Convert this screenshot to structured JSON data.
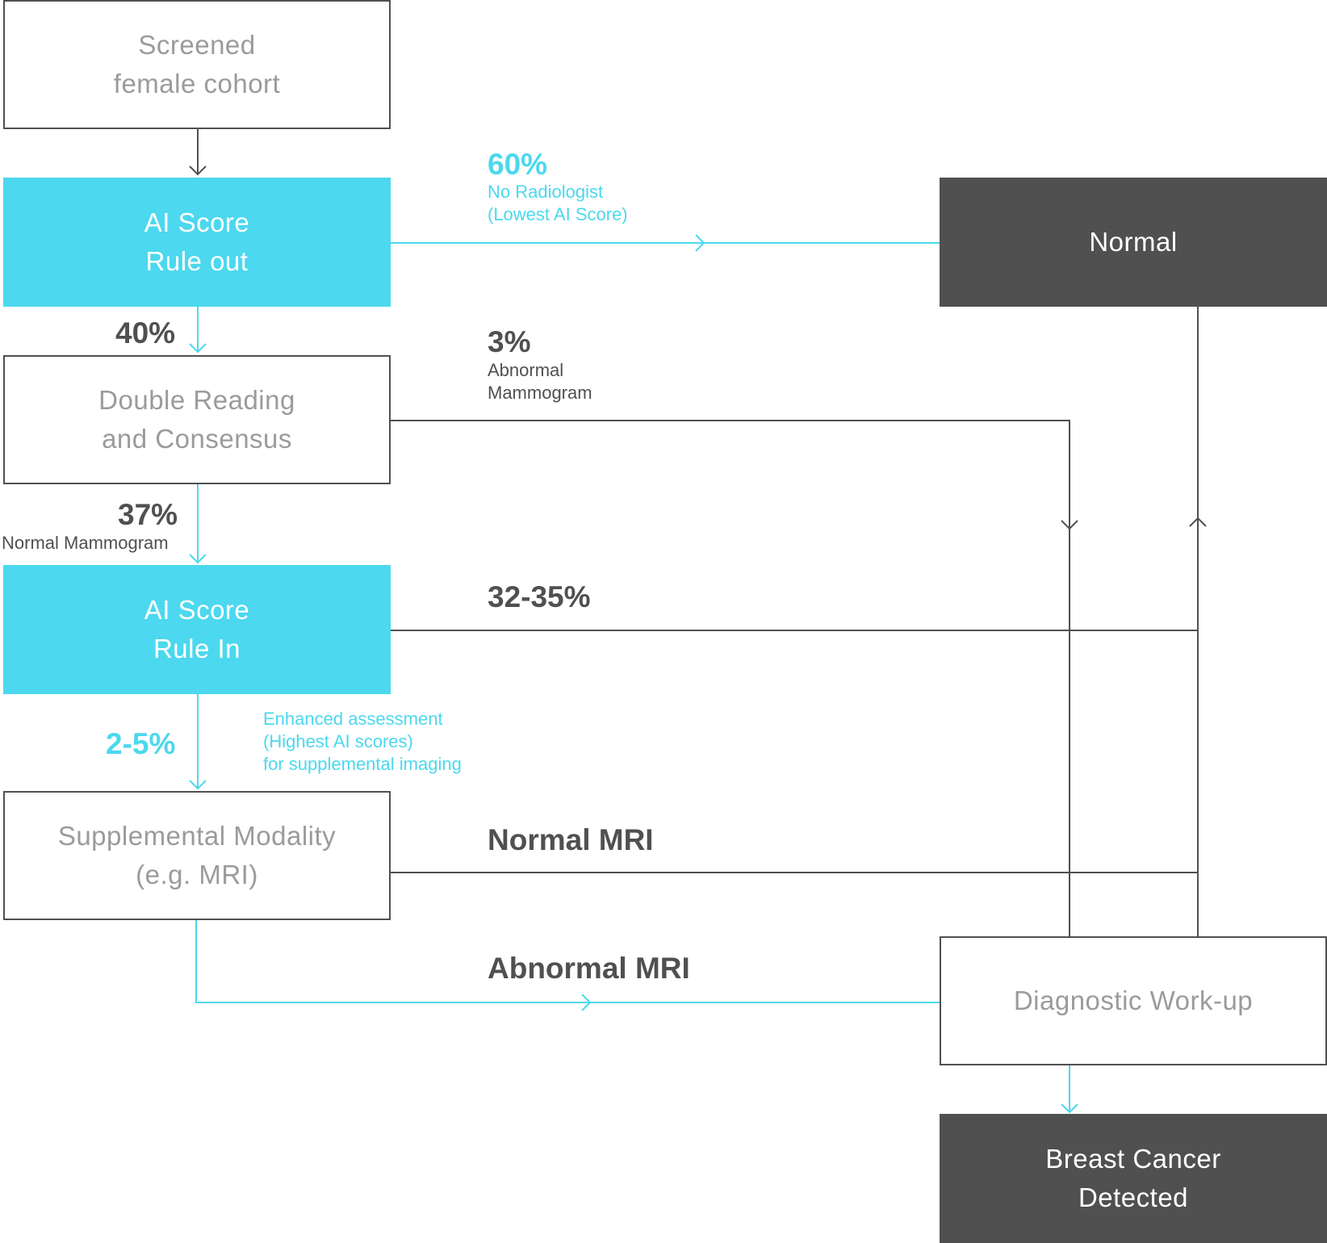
{
  "boxes": {
    "cohort": [
      "Screened",
      "female cohort"
    ],
    "rule_out": [
      "AI Score",
      "Rule out"
    ],
    "double_reading": [
      "Double Reading",
      "and Consensus"
    ],
    "rule_in": [
      "AI Score",
      "Rule In"
    ],
    "supplemental": [
      "Supplemental Modality",
      "(e.g. MRI)"
    ],
    "normal": "Normal",
    "diagnostic": "Diagnostic Work-up",
    "cancer": [
      "Breast Cancer",
      "Detected"
    ]
  },
  "labels": {
    "pct_60": "60%",
    "no_radiologist": "No Radiologist",
    "lowest_ai": "(Lowest AI Score)",
    "pct_40": "40%",
    "pct_3": "3%",
    "abnormal": "Abnormal",
    "mammogram": "Mammogram",
    "pct_37": "37%",
    "normal_mammogram": "Normal Mammogram",
    "pct_32_35": "32-35%",
    "pct_2_5": "2-5%",
    "enhanced": "Enhanced assessment",
    "highest_ai": "(Highest AI scores)",
    "for_supplemental": "for supplemental imaging",
    "normal_mri": "Normal MRI",
    "abnormal_mri": "Abnormal MRI"
  },
  "colors": {
    "accent": "#4cd8ee",
    "dark": "#505050",
    "muted_text": "#9b9b9b"
  }
}
